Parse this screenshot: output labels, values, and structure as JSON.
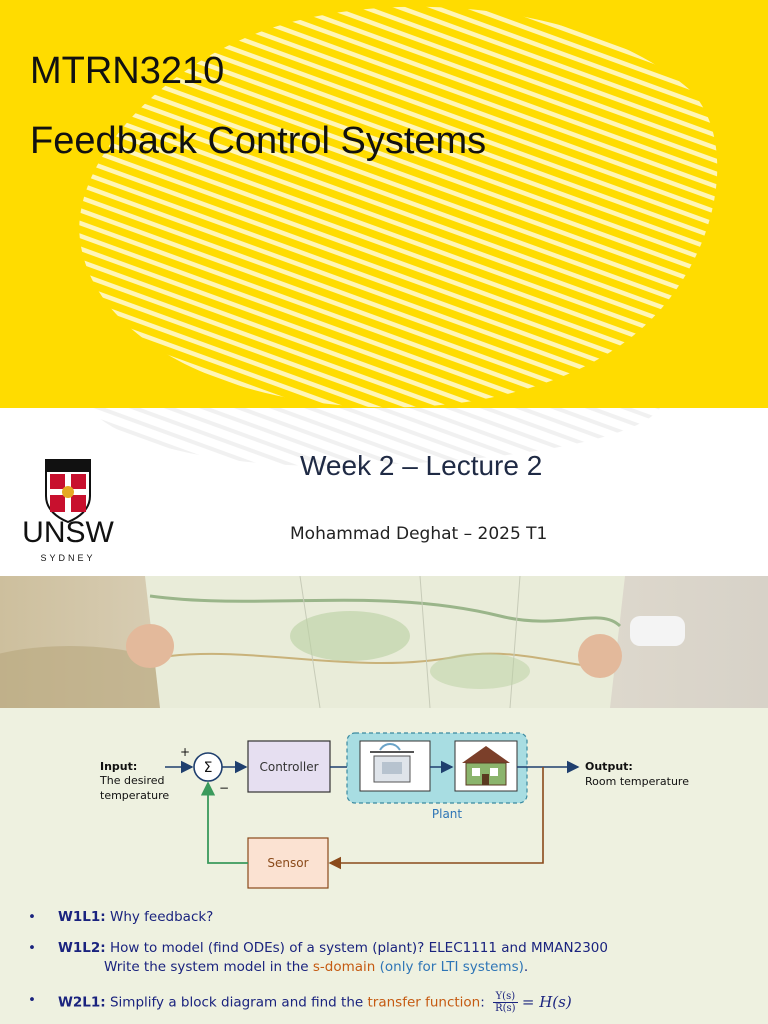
{
  "header": {
    "course_code": "MTRN3210",
    "course_title": "Feedback Control Systems"
  },
  "subtitle": {
    "week": "Week 2 – Lecture 2",
    "author": "Mohammad Deghat – 2025 T1"
  },
  "logo": {
    "name": "UNSW",
    "sub": "SYDNEY"
  },
  "diagram": {
    "input_title": "Input:",
    "input_line1": "The desired",
    "input_line2": "temperature",
    "plus": "+",
    "minus": "−",
    "sum_symbol": "Σ",
    "controller": "Controller",
    "plant": "Plant",
    "sensor": "Sensor",
    "output_title": "Output:",
    "output_line1": "Room temperature"
  },
  "bullets": [
    {
      "key": "W1L1:",
      "text": "Why feedback?"
    },
    {
      "key": "W1L2:",
      "text": "How to model (find ODEs) of a system (plant)? ELEC1111 and MMAN2300",
      "line2_pre": "Write the system model in the ",
      "line2_hl1": "s-domain",
      "line2_mid": " ",
      "line2_hl2": "(only for LTI systems)",
      "line2_post": "."
    },
    {
      "key": "W2L1:",
      "text": "Simplify a block diagram and find the ",
      "hl": "transfer function",
      "post": ":",
      "frac_num": "Y(s)",
      "frac_den": "R(s)",
      "eq": "= H(s)"
    }
  ],
  "colors": {
    "yellow": "#FFDC00",
    "navy": "#1a237e",
    "orange": "#c55a11",
    "blue": "#2E75B6",
    "green": "#3a9a5c",
    "brown": "#8a4a1a"
  }
}
